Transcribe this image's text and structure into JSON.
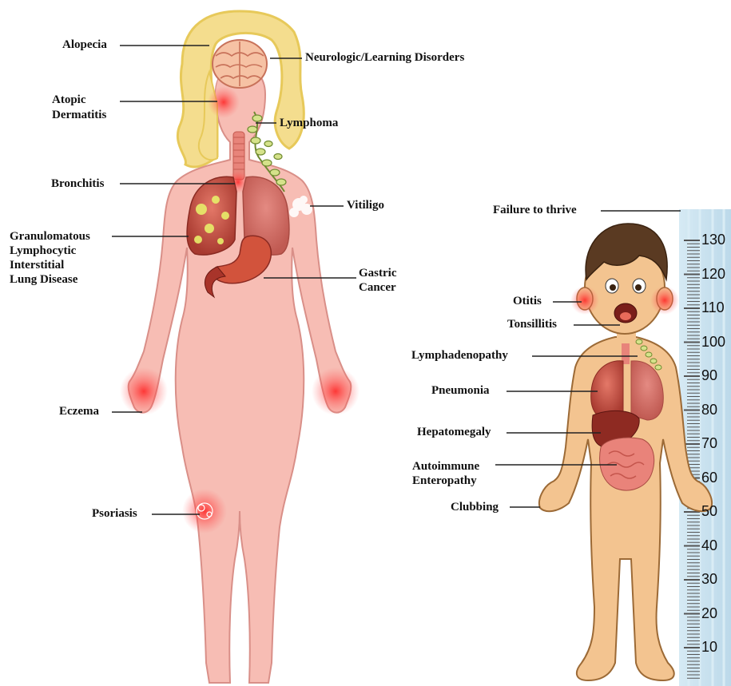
{
  "labels": {
    "alopecia": "Alopecia",
    "neuro": "Neurologic/Learning Disorders",
    "atopic_1": "Atopic",
    "atopic_2": "Dermatitis",
    "lymphoma": "Lymphoma",
    "bronchitis": "Bronchitis",
    "vitiligo": "Vitiligo",
    "glild_1": "Granulomatous",
    "glild_2": "Lymphocytic",
    "glild_3": "Interstitial",
    "glild_4": "Lung Disease",
    "gastric_1": "Gastric",
    "gastric_2": "Cancer",
    "eczema": "Eczema",
    "psoriasis": "Psoriasis",
    "failure": "Failure to thrive",
    "otitis": "Otitis",
    "tonsillitis": "Tonsillitis",
    "lymphadenopathy": "Lymphadenopathy",
    "pneumonia": "Pneumonia",
    "hepatomegaly": "Hepatomegaly",
    "autoimmune_1": "Autoimmune",
    "autoimmune_2": "Enteropathy",
    "clubbing": "Clubbing"
  },
  "ruler_ticks": [
    "130",
    "120",
    "110",
    "100",
    "90",
    "80",
    "70",
    "60",
    "50",
    "40",
    "30",
    "20",
    "10"
  ],
  "colors": {
    "skin_woman": "#f6b8b0",
    "skin_woman_outline": "#d88c86",
    "hair": "#f2d98a",
    "skin_child": "#f2c38e",
    "child_outline": "#8a5a2b",
    "lung": "#c9584a",
    "liver": "#8e2a22",
    "ruler": "#cde4f0",
    "inflammation": "#ff2a2a"
  },
  "icons": {
    "lymph_nodes": "lymph-node-chain-icon",
    "ruler": "height-ruler-icon"
  }
}
